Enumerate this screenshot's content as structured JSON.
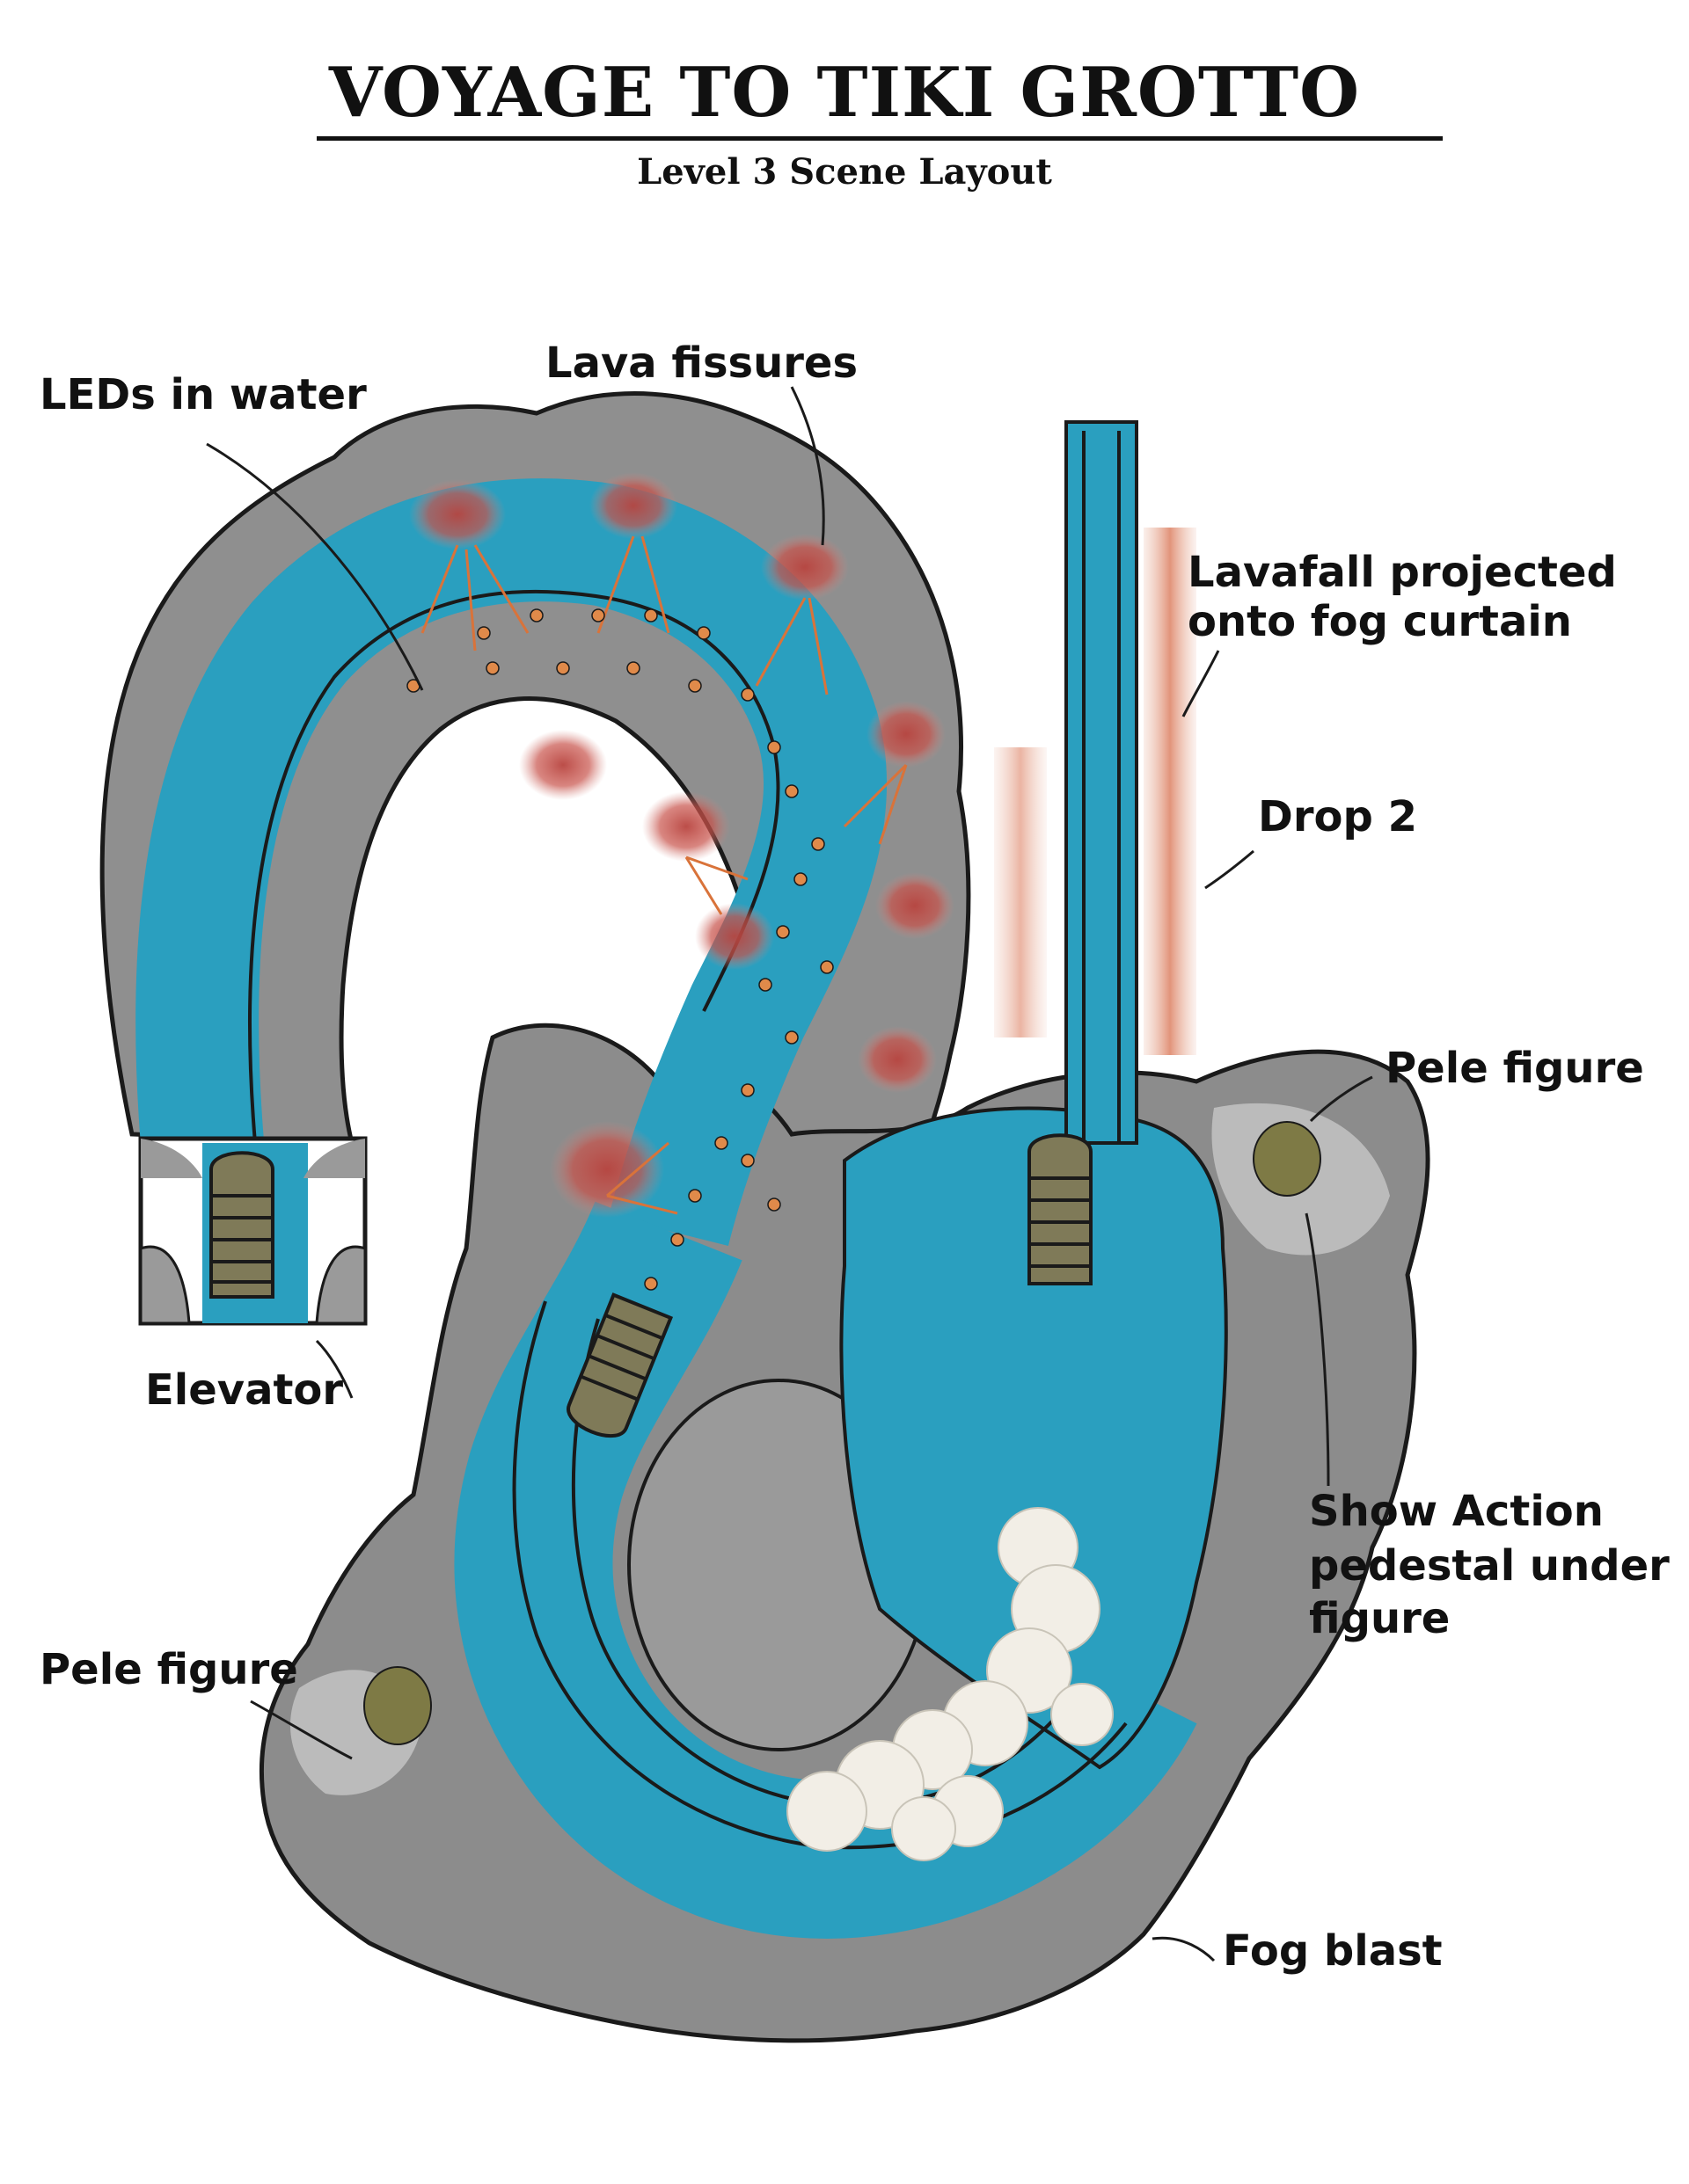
{
  "title": "VOYAGE TO TIKI GROTTO",
  "subtitle": "Level 3 Scene Layout",
  "labels": {
    "leds_in_water": "LEDs in water",
    "lava_fissures": "Lava fissures",
    "lavafall_line1": "Lavafall projected",
    "lavafall_line2": "onto fog curtain",
    "drop2": "Drop 2",
    "pele_figure_right": "Pele figure",
    "elevator": "Elevator",
    "show_action_line1": "Show Action",
    "show_action_line2": "pedestal under",
    "show_action_line3": "figure",
    "pele_figure_left": "Pele figure",
    "fog_blast": "Fog blast"
  },
  "colors": {
    "water": "#2a9fbf",
    "water_dark": "#1d6f8c",
    "rock": "#8f8f8f",
    "rock_light": "#c4c4c4",
    "lava": "#c8524a",
    "fissure": "#d9733a",
    "pele": "#7e7a45",
    "fog": "#f2eee6",
    "boat": "#7f7a58",
    "ink": "#1a1a1a"
  }
}
